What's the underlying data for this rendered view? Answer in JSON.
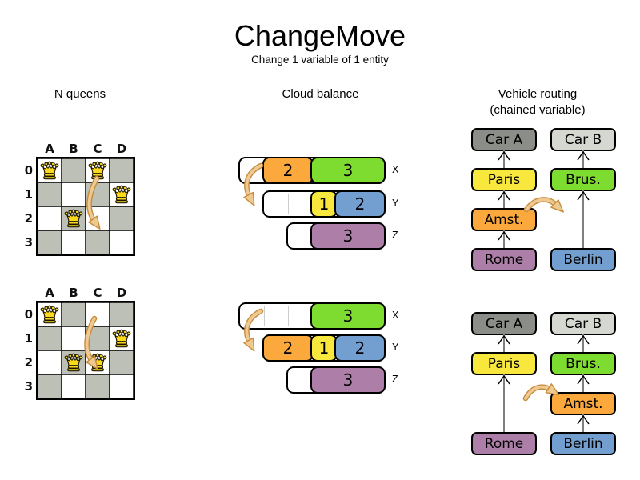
{
  "title": "ChangeMove",
  "subtitle": "Change 1 variable of 1 entity",
  "sections": {
    "nqueens": {
      "header": "N queens"
    },
    "cloud": {
      "header": "Cloud balance"
    },
    "vehicle": {
      "header_line1": "Vehicle routing",
      "header_line2": "(chained variable)"
    }
  },
  "colors": {
    "orange": "#fba93c",
    "green": "#7edc31",
    "yellow": "#f8e83d",
    "blue": "#729fcf",
    "purple": "#ad7fa8",
    "car_a_gray": "#8b8d88",
    "car_b_gray": "#d4d8d0",
    "board_gray": "#bcc0b7",
    "arrow_fill": "#eec992",
    "arrow_outline": "#c68c3c",
    "link_gray": "#7f7f7f",
    "queen_gold": "#fbd91e"
  },
  "icons": {
    "queen": "crown-icon",
    "move_arrow": "curved-tan-arrow-icon",
    "chain_link": "upward-open-arrow-icon"
  },
  "boards": [
    {
      "name": "nqueens-before",
      "col_labels": [
        "A",
        "B",
        "C",
        "D"
      ],
      "row_labels": [
        "0",
        "1",
        "2",
        "3"
      ],
      "queens": [
        {
          "col": "A",
          "row": "0"
        },
        {
          "col": "C",
          "row": "0"
        },
        {
          "col": "D",
          "row": "1"
        },
        {
          "col": "B",
          "row": "2"
        }
      ]
    },
    {
      "name": "nqueens-after",
      "col_labels": [
        "A",
        "B",
        "C",
        "D"
      ],
      "row_labels": [
        "0",
        "1",
        "2",
        "3"
      ],
      "queens": [
        {
          "col": "A",
          "row": "0"
        },
        {
          "col": "D",
          "row": "1"
        },
        {
          "col": "B",
          "row": "2"
        },
        {
          "col": "C",
          "row": "2"
        }
      ]
    }
  ],
  "cloud_figures": [
    {
      "name": "cloud-before",
      "rows": [
        {
          "label": "X",
          "units": 6,
          "segments": [
            {
              "units": 1,
              "type": "empty"
            },
            {
              "units": 2,
              "color": "orange",
              "value": "2"
            },
            {
              "units": 3,
              "color": "green",
              "value": "3"
            }
          ]
        },
        {
          "label": "Y",
          "units": 5,
          "segments": [
            {
              "units": 2,
              "type": "empty"
            },
            {
              "units": 1,
              "color": "yellow",
              "value": "1"
            },
            {
              "units": 2,
              "color": "blue",
              "value": "2"
            }
          ]
        },
        {
          "label": "Z",
          "units": 4,
          "segments": [
            {
              "units": 1,
              "type": "empty"
            },
            {
              "units": 3,
              "color": "purple",
              "value": "3"
            }
          ]
        }
      ]
    },
    {
      "name": "cloud-after",
      "rows": [
        {
          "label": "X",
          "units": 6,
          "segments": [
            {
              "units": 3,
              "type": "empty"
            },
            {
              "units": 3,
              "color": "green",
              "value": "3"
            }
          ]
        },
        {
          "label": "Y",
          "units": 5,
          "segments": [
            {
              "units": 2,
              "color": "orange",
              "value": "2"
            },
            {
              "units": 1,
              "color": "yellow",
              "value": "1"
            },
            {
              "units": 2,
              "color": "blue",
              "value": "2"
            }
          ]
        },
        {
          "label": "Z",
          "units": 4,
          "segments": [
            {
              "units": 1,
              "type": "empty"
            },
            {
              "units": 3,
              "color": "purple",
              "value": "3"
            }
          ]
        }
      ]
    }
  ],
  "vehicle_figures": [
    {
      "name": "vehicle-before",
      "chains": [
        {
          "nodes": [
            {
              "label": "Car A",
              "color": "car_a_gray",
              "row": 0
            },
            {
              "label": "Paris",
              "color": "yellow",
              "row": 1
            },
            {
              "label": "Amst.",
              "color": "orange",
              "row": 2
            },
            {
              "label": "Rome",
              "color": "purple",
              "row": 3
            }
          ]
        },
        {
          "nodes": [
            {
              "label": "Car B",
              "color": "car_b_gray",
              "row": 0
            },
            {
              "label": "Brus.",
              "color": "green",
              "row": 1
            },
            {
              "label": "Berlin",
              "color": "blue",
              "row": 3
            }
          ]
        }
      ]
    },
    {
      "name": "vehicle-after",
      "chains": [
        {
          "nodes": [
            {
              "label": "Car A",
              "color": "car_a_gray",
              "row": 0
            },
            {
              "label": "Paris",
              "color": "yellow",
              "row": 1
            },
            {
              "label": "Rome",
              "color": "purple",
              "row": 3
            }
          ]
        },
        {
          "nodes": [
            {
              "label": "Car B",
              "color": "car_b_gray",
              "row": 0
            },
            {
              "label": "Brus.",
              "color": "green",
              "row": 1
            },
            {
              "label": "Amst.",
              "color": "orange",
              "row": 2
            },
            {
              "label": "Berlin",
              "color": "blue",
              "row": 3
            }
          ]
        }
      ]
    }
  ]
}
